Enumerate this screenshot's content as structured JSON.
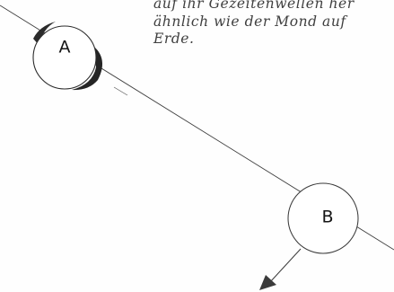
{
  "caption": {
    "lines": [
      "auf ihr Gezeitenwellen her",
      "ähnlich wie der Mond auf",
      "Erde."
    ]
  },
  "diagram": {
    "nodes": [
      {
        "id": "A",
        "label": "A"
      },
      {
        "id": "B",
        "label": "B"
      }
    ]
  }
}
